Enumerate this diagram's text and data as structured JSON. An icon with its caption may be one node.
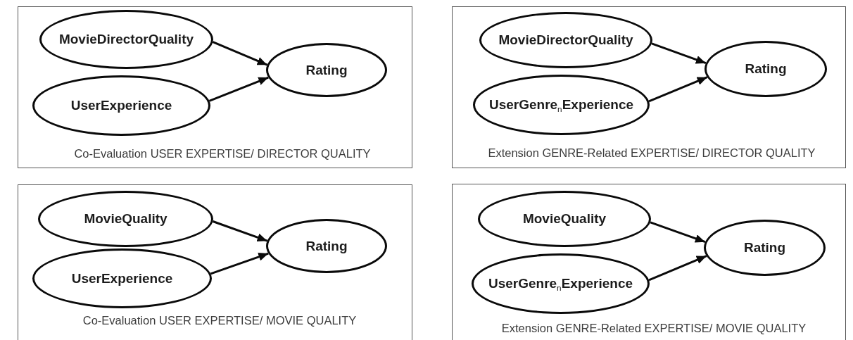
{
  "diagram": {
    "nodes": [
      {
        "text": [
          "Co-Evaluation USER EXPERTISE/ DIRECTOR QUALITY"
        ]
      },
      {
        "text": [
          "MovieDirectorQuality"
        ],
        "in": 0
      },
      {
        "text": [
          "UserExperience"
        ],
        "in": 0
      },
      {
        "text": [
          "Rating"
        ],
        "in": 0
      },
      {
        "text": [
          "Extension GENRE-Related EXPERTISE/ DIRECTOR QUALITY"
        ]
      },
      {
        "text": [
          "MovieDirectorQuality"
        ],
        "in": 4
      },
      {
        "text": [
          "UserGenre$_{n}$Experience"
        ],
        "in": 4
      },
      {
        "text": [
          "Rating"
        ],
        "in": 4
      },
      {
        "text": [
          "Co-Evaluation USER EXPERTISE/ MOVIE QUALITY"
        ]
      },
      {
        "text": [
          "MovieQuality"
        ],
        "in": 8
      },
      {
        "text": [
          "UserExperience"
        ],
        "in": 8
      },
      {
        "text": [
          "Rating"
        ],
        "in": 8
      },
      {
        "text": [
          "Extension GENRE-Related EXPERTISE/ MOVIE QUALITY"
        ]
      },
      {
        "text": [
          "MovieQuality"
        ],
        "in": 12
      },
      {
        "text": [
          "UserGenre$_{n}$Experience"
        ],
        "in": 12
      },
      {
        "text": [
          "Rating"
        ],
        "in": 12
      }
    ],
    "edges": [
      {
        "from": 1,
        "to": 3,
        "arrow": "to"
      },
      {
        "from": 2,
        "to": 3,
        "arrow": "to"
      },
      {
        "from": 5,
        "to": 7,
        "arrow": "to"
      },
      {
        "from": 6,
        "to": 7,
        "arrow": "to"
      },
      {
        "from": 9,
        "to": 11,
        "arrow": "to"
      },
      {
        "from": 10,
        "to": 11,
        "arrow": "to"
      },
      {
        "from": 13,
        "to": 15,
        "arrow": "to"
      },
      {
        "from": 14,
        "to": 15,
        "arrow": "to"
      }
    ]
  }
}
